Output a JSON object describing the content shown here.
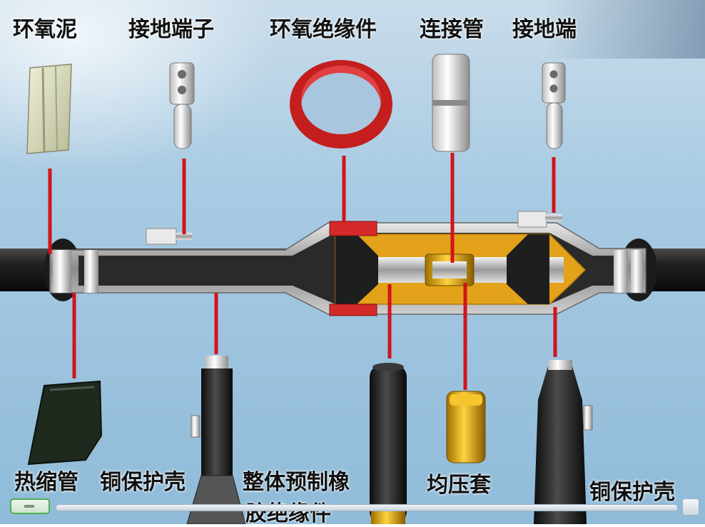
{
  "labels": {
    "huanyang_ni": "环氧泥",
    "jiedi_duanzi": "接地端子",
    "huanyang_jueyuanjian": "环氧绝缘件",
    "lianjieguan": "连接管",
    "jiedi_duan": "接地端",
    "reshuoguan": "热缩管",
    "tong_baohuke_left": "铜保护壳",
    "zhengti_line1": "整体预制橡",
    "zhengti_line2": "胶绝缘件",
    "junyatao": "均压套",
    "tong_baohuke_right": "铜保护壳"
  },
  "colors": {
    "leader_line": "#d0151c",
    "insulation": "#e3a21a",
    "cable": "#232323",
    "epoxy_ring": "#d42a2a",
    "progress_button_border": "#4caf50"
  },
  "player": {
    "play_icon": "stop-icon",
    "progress": 0.0
  }
}
